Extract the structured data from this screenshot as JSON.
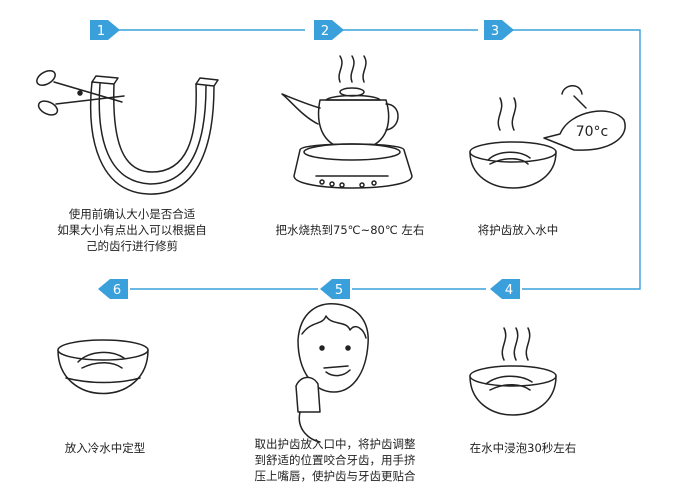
{
  "accent_color": "#3aa0dc",
  "steps": [
    {
      "number": "1",
      "caption_lines": [
        "使用前确认大小是否合适",
        "如果大小有点出入可以根据自",
        "己的齿行进行修剪"
      ]
    },
    {
      "number": "2",
      "caption_lines": [
        "把水烧热到75℃~80℃ 左右"
      ]
    },
    {
      "number": "3",
      "caption_lines": [
        "将护齿放入水中"
      ],
      "kettle_label": "70°c"
    },
    {
      "number": "4",
      "caption_lines": [
        "在水中浸泡30秒左右"
      ]
    },
    {
      "number": "5",
      "caption_lines": [
        "取出护齿放入口中，将护齿调整",
        "到舒适的位置咬合牙齿，用手挤",
        "压上嘴唇，使护齿与牙齿更贴合"
      ]
    },
    {
      "number": "6",
      "caption_lines": [
        "放入冷水中定型"
      ]
    }
  ]
}
